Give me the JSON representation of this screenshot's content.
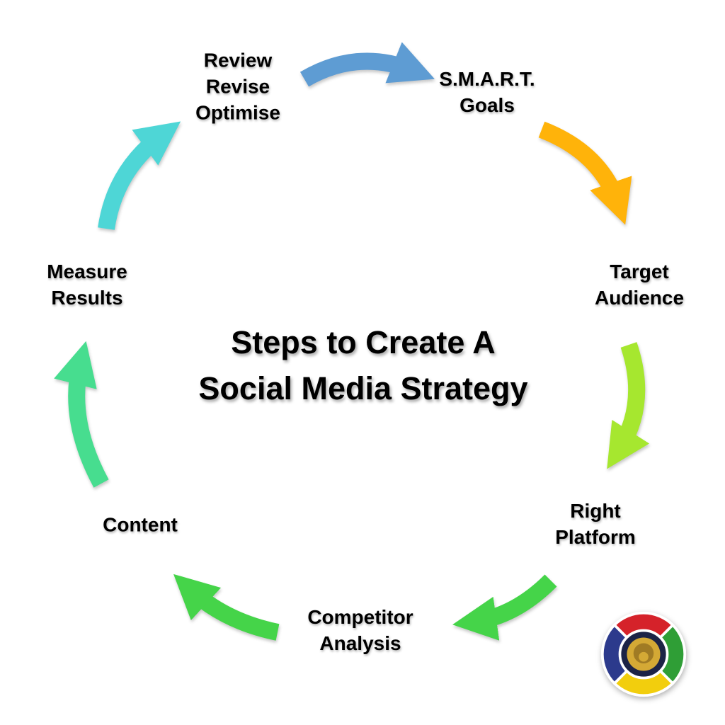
{
  "title": {
    "line1": "Steps to Create A",
    "line2": "Social Media Strategy"
  },
  "steps": [
    {
      "name": "review-revise-optimise",
      "lines": [
        "Review",
        "Revise",
        "Optimise"
      ]
    },
    {
      "name": "smart-goals",
      "lines": [
        "S.M.A.R.T.",
        "Goals"
      ]
    },
    {
      "name": "target-audience",
      "lines": [
        "Target",
        "Audience"
      ]
    },
    {
      "name": "right-platform",
      "lines": [
        "Right",
        "Platform"
      ]
    },
    {
      "name": "competitor-analysis",
      "lines": [
        "Competitor",
        "Analysis"
      ]
    },
    {
      "name": "content",
      "lines": [
        "Content"
      ]
    },
    {
      "name": "measure-results",
      "lines": [
        "Measure",
        "Results"
      ]
    }
  ],
  "arrows": [
    {
      "name": "review-to-smart-goals",
      "color": "#5E9CD3"
    },
    {
      "name": "smart-goals-to-target-audience",
      "color": "#FFB30A"
    },
    {
      "name": "target-audience-to-right-platform",
      "color": "#A6E72F"
    },
    {
      "name": "right-platform-to-competitor-analysis",
      "color": "#45D449"
    },
    {
      "name": "competitor-analysis-to-content",
      "color": "#45D449"
    },
    {
      "name": "content-to-measure-results",
      "color": "#47DD8F"
    },
    {
      "name": "measure-results-to-review",
      "color": "#4ED6D6"
    }
  ],
  "logo": {
    "quadrant_top": "#D5222A",
    "quadrant_right": "#2F9E36",
    "quadrant_bottom": "#F2CE0D",
    "quadrant_left": "#2C3A8C",
    "center": "#1C2346",
    "lion_gold": "#D4A935",
    "lion_gold_dark": "#A07B24"
  },
  "background": "#FFFFFF",
  "text_color": "#000000"
}
